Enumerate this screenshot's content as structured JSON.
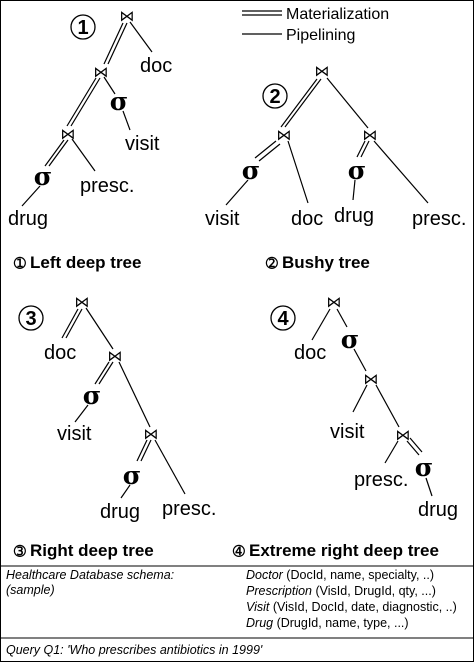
{
  "legend": {
    "materialization": "Materialization",
    "pipelining": "Pipelining"
  },
  "symbols": {
    "join": "⋈",
    "select": "σ"
  },
  "trees": [
    {
      "number": "1",
      "caption_marker": "➀",
      "caption": "Left deep tree",
      "labels": {
        "doc": "doc",
        "visit": "visit",
        "presc": "presc.",
        "drug": "drug"
      }
    },
    {
      "number": "2",
      "caption_marker": "➁",
      "caption": "Bushy tree",
      "labels": {
        "visit": "visit",
        "doc": "doc",
        "drug": "drug",
        "presc": "presc."
      }
    },
    {
      "number": "3",
      "caption_marker": "➂",
      "caption": "Right deep tree",
      "labels": {
        "doc": "doc",
        "visit": "visit",
        "drug": "drug",
        "presc": "presc."
      }
    },
    {
      "number": "4",
      "caption_marker": "➃",
      "caption": "Extreme right deep tree",
      "labels": {
        "doc": "doc",
        "visit": "visit",
        "presc": "presc.",
        "drug": "drug"
      }
    }
  ],
  "schema": {
    "title": "Healthcare Database schema:",
    "subtitle": "(sample)",
    "relations": [
      {
        "name": "Doctor",
        "attrs": " (DocId, name, specialty, ..)"
      },
      {
        "name": "Prescription",
        "attrs": " (VisId, DrugId, qty, ...)"
      },
      {
        "name": "Visit",
        "attrs": " (VisId, DocId, date, diagnostic, ..)"
      },
      {
        "name": "Drug",
        "attrs": " (DrugId, name, type, ...)"
      }
    ]
  },
  "query": "Query Q1: 'Who prescribes antibiotics in 1999'"
}
